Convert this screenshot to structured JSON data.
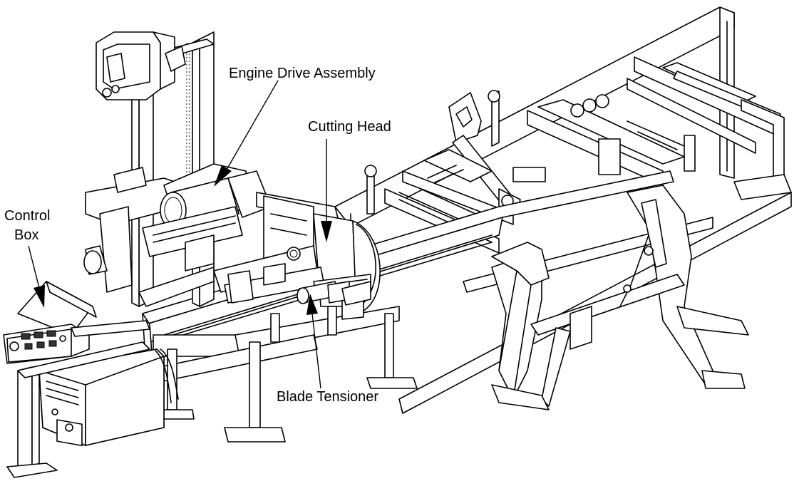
{
  "diagram": {
    "labels": {
      "engine_drive": "Engine Drive Assembly",
      "cutting_head": "Cutting Head",
      "control_box_line1": "Control",
      "control_box_line2": "Box",
      "blade_tensioner": "Blade Tensioner"
    }
  }
}
